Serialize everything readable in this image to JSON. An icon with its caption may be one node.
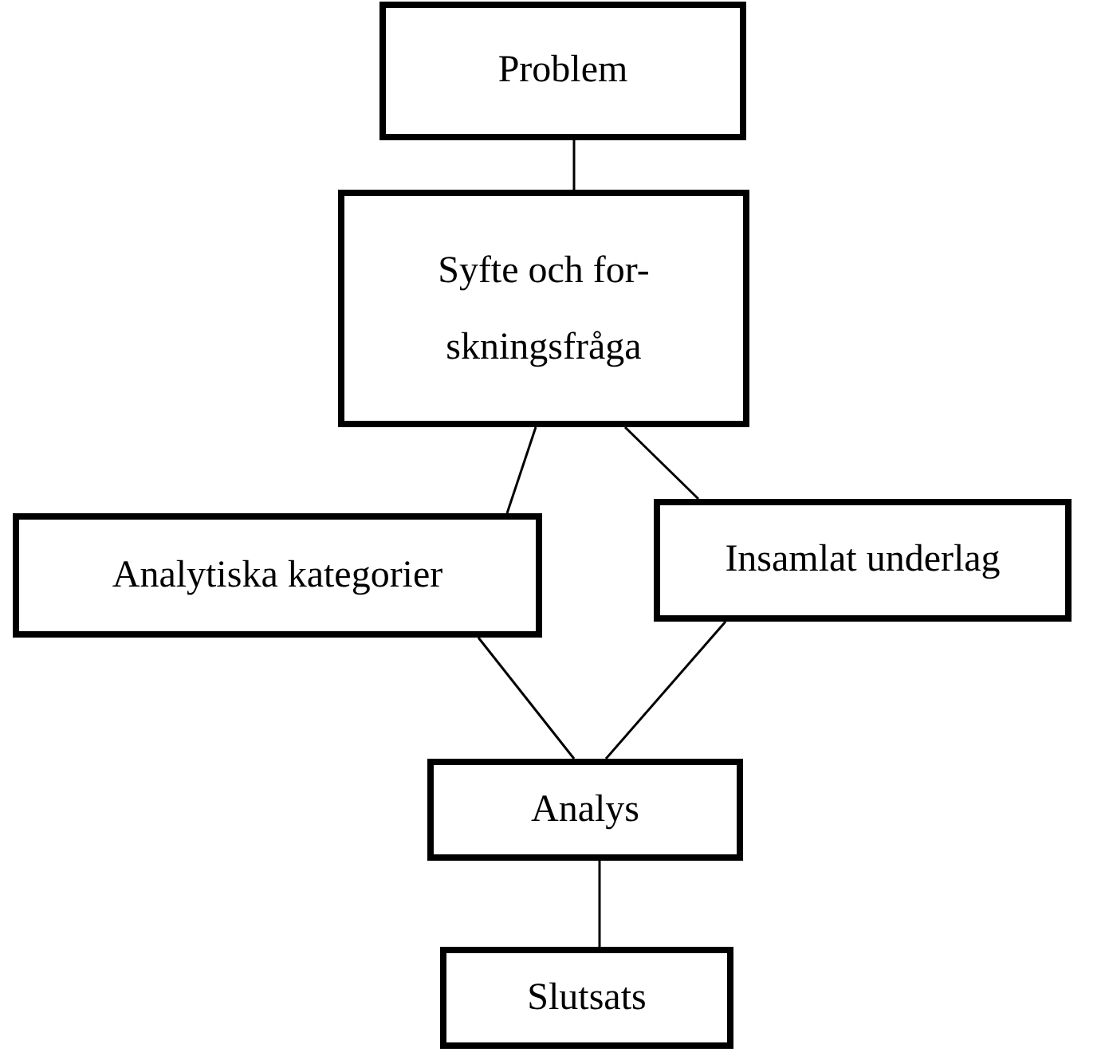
{
  "diagram": {
    "nodes": [
      {
        "text": [
          "Problem"
        ]
      },
      {
        "text": [
          "Syfte och for- skningsfråga"
        ]
      },
      {
        "text": [
          "Analytiska kategorier"
        ]
      },
      {
        "text": [
          "Insamlat underlag"
        ]
      },
      {
        "text": [
          "Analys"
        ]
      },
      {
        "text": [
          "Slutsats"
        ]
      }
    ],
    "edges": [
      {
        "from": 0,
        "to": 1,
        "arrow": "none"
      },
      {
        "from": 1,
        "to": 2,
        "arrow": "none"
      },
      {
        "from": 1,
        "to": 3,
        "arrow": "none"
      },
      {
        "from": 2,
        "to": 4,
        "arrow": "none"
      },
      {
        "from": 3,
        "to": 4,
        "arrow": "none"
      },
      {
        "from": 4,
        "to": 5,
        "arrow": "none"
      }
    ]
  }
}
